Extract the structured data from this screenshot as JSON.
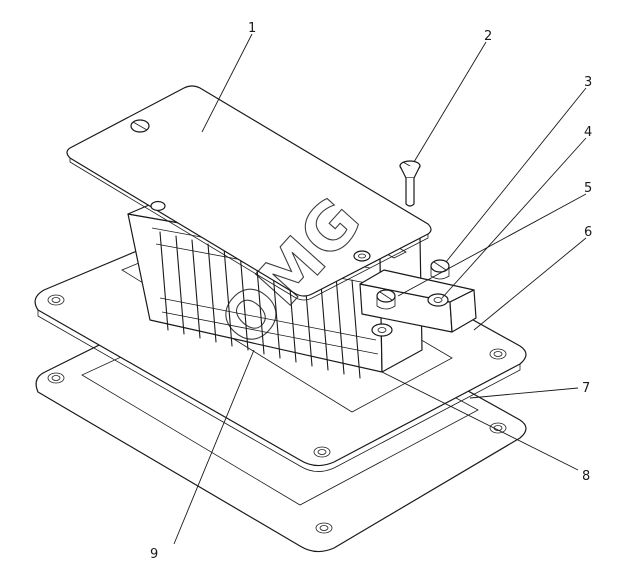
{
  "diagram": {
    "title": "Terminal block exploded assembly",
    "watermark": "OMG",
    "callouts": [
      {
        "id": "1",
        "part": "cover-plate"
      },
      {
        "id": "2",
        "part": "countersunk-screw"
      },
      {
        "id": "3",
        "part": "terminal-screw"
      },
      {
        "id": "4",
        "part": "washer"
      },
      {
        "id": "5",
        "part": "terminal-screw-lower"
      },
      {
        "id": "6",
        "part": "mounting-flange"
      },
      {
        "id": "7",
        "part": "gasket"
      },
      {
        "id": "8",
        "part": "housing-base"
      },
      {
        "id": "9",
        "part": "terminal-strip"
      }
    ]
  }
}
